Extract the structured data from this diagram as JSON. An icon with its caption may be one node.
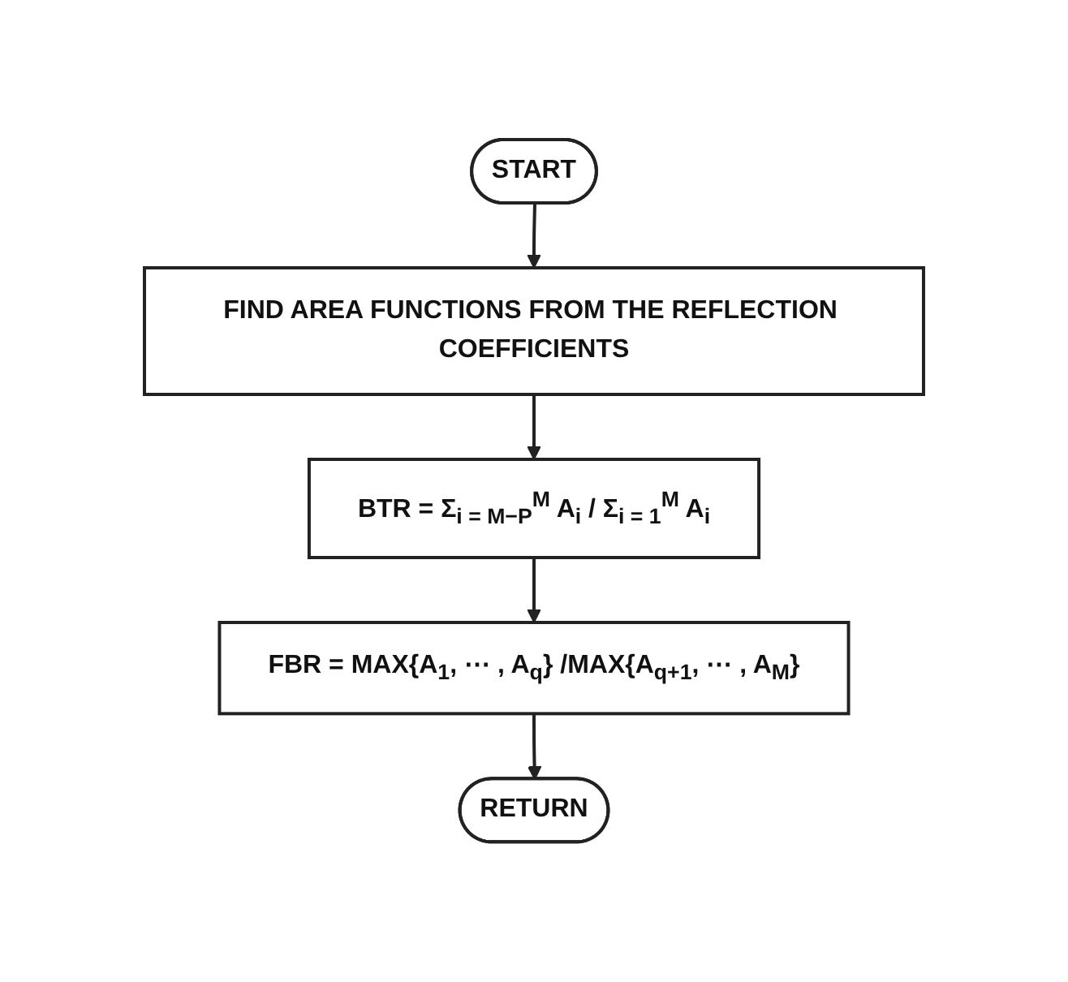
{
  "diagram": {
    "nodes": [
      {
        "text": [
          "START"
        ]
      },
      {
        "text": [
          "FIND AREA FUNCTIONS FROM THE REFLECTION COEFFICIENTS"
        ]
      },
      {
        "text": [
          "BTR = Σ$_{i = M−P}$$^{M}$ A$_{i}$ / Σ$_{i = 1}$$^{M}$ A$_{i}$"
        ]
      },
      {
        "text": [
          "FBR = MAX{A$_{1}$, ⋯ , A$_{q}$} /MAX{A$_{q+1}$, ⋯ , A$_{M}$}"
        ]
      },
      {
        "text": [
          "RETURN"
        ]
      }
    ],
    "edges": [
      {
        "from": 0,
        "to": 1,
        "arrow": "to"
      },
      {
        "from": 1,
        "to": 2,
        "arrow": "to"
      },
      {
        "from": 2,
        "to": 3,
        "arrow": "to"
      },
      {
        "from": 3,
        "to": 4,
        "arrow": "to"
      }
    ]
  }
}
